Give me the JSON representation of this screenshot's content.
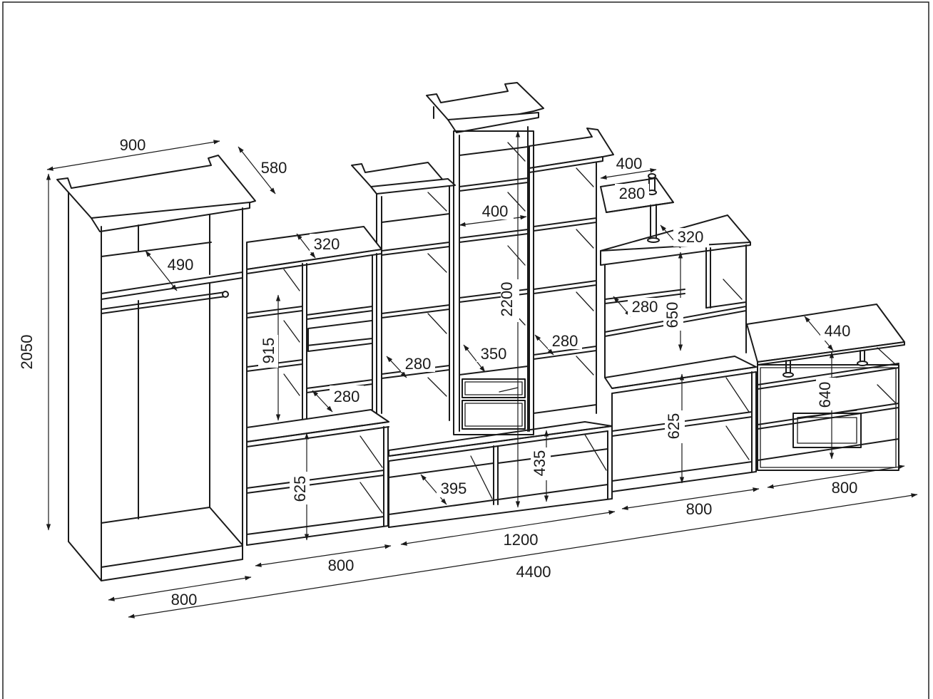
{
  "diagram": {
    "dimensions": [
      {
        "id": "left-height",
        "label": "2050"
      },
      {
        "id": "left-top-width",
        "label": "900"
      },
      {
        "id": "left-depth",
        "label": "580"
      },
      {
        "id": "left-inner-depth",
        "label": "490"
      },
      {
        "id": "left-bottom-width",
        "label": "800"
      },
      {
        "id": "overall-width",
        "label": "4400"
      },
      {
        "id": "sec2-depth",
        "label": "320"
      },
      {
        "id": "sec2-height",
        "label": "915"
      },
      {
        "id": "sec2-shelf-depth",
        "label": "280"
      },
      {
        "id": "sec2-low-height",
        "label": "625"
      },
      {
        "id": "sec2-width",
        "label": "800"
      },
      {
        "id": "sec3-shelf-depth",
        "label": "280"
      },
      {
        "id": "center-width",
        "label": "400"
      },
      {
        "id": "center-height",
        "label": "2200"
      },
      {
        "id": "center-drawer-depth",
        "label": "350"
      },
      {
        "id": "center-right-shelf-depth",
        "label": "280"
      },
      {
        "id": "tv-depth",
        "label": "395"
      },
      {
        "id": "tv-height",
        "label": "435"
      },
      {
        "id": "tv-width",
        "label": "1200"
      },
      {
        "id": "topshelf-width",
        "label": "400"
      },
      {
        "id": "topshelf-depth",
        "label": "280"
      },
      {
        "id": "sec5-depth",
        "label": "320"
      },
      {
        "id": "sec5-shelf-depth",
        "label": "280"
      },
      {
        "id": "sec5-height",
        "label": "650"
      },
      {
        "id": "sec5-low-height",
        "label": "625"
      },
      {
        "id": "sec5-width",
        "label": "800"
      },
      {
        "id": "sec6-depth",
        "label": "440"
      },
      {
        "id": "sec6-height",
        "label": "640"
      },
      {
        "id": "sec6-width",
        "label": "800"
      }
    ]
  }
}
